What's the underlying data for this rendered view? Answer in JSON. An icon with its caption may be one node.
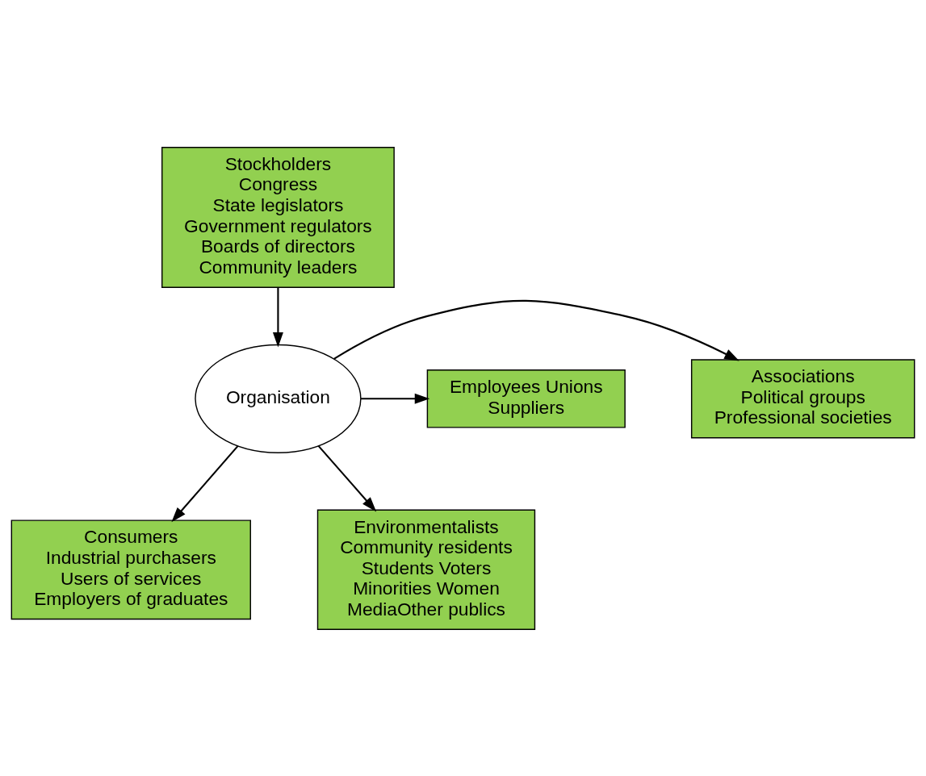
{
  "diagram": {
    "nodes": [
      {
        "text": [
          "Stockholders",
          "Congress",
          "State legislators",
          "Government regulators",
          "Boards of directors",
          "Community leaders"
        ]
      },
      {
        "text": [
          "Associations",
          "Political groups",
          "Professional societies"
        ]
      },
      {
        "text": [
          "Employees Unions",
          "Suppliers"
        ]
      },
      {
        "text": [
          "Organisation"
        ]
      },
      {
        "text": [
          "Consumers",
          "Industrial purchasers",
          "Users of services",
          "Employers of graduates"
        ]
      },
      {
        "text": [
          "Environmentalists",
          "Community residents",
          "Students Voters",
          "Minorities Women",
          "MediaOther publics"
        ]
      }
    ],
    "edges": [
      {
        "from": 0,
        "to": 3,
        "arrow": "to"
      },
      {
        "from": 3,
        "to": 1,
        "arrow": "to"
      },
      {
        "from": 3,
        "to": 2,
        "arrow": "to"
      },
      {
        "from": 3,
        "to": 4,
        "arrow": "to"
      },
      {
        "from": 3,
        "to": 5,
        "arrow": "to"
      }
    ]
  }
}
